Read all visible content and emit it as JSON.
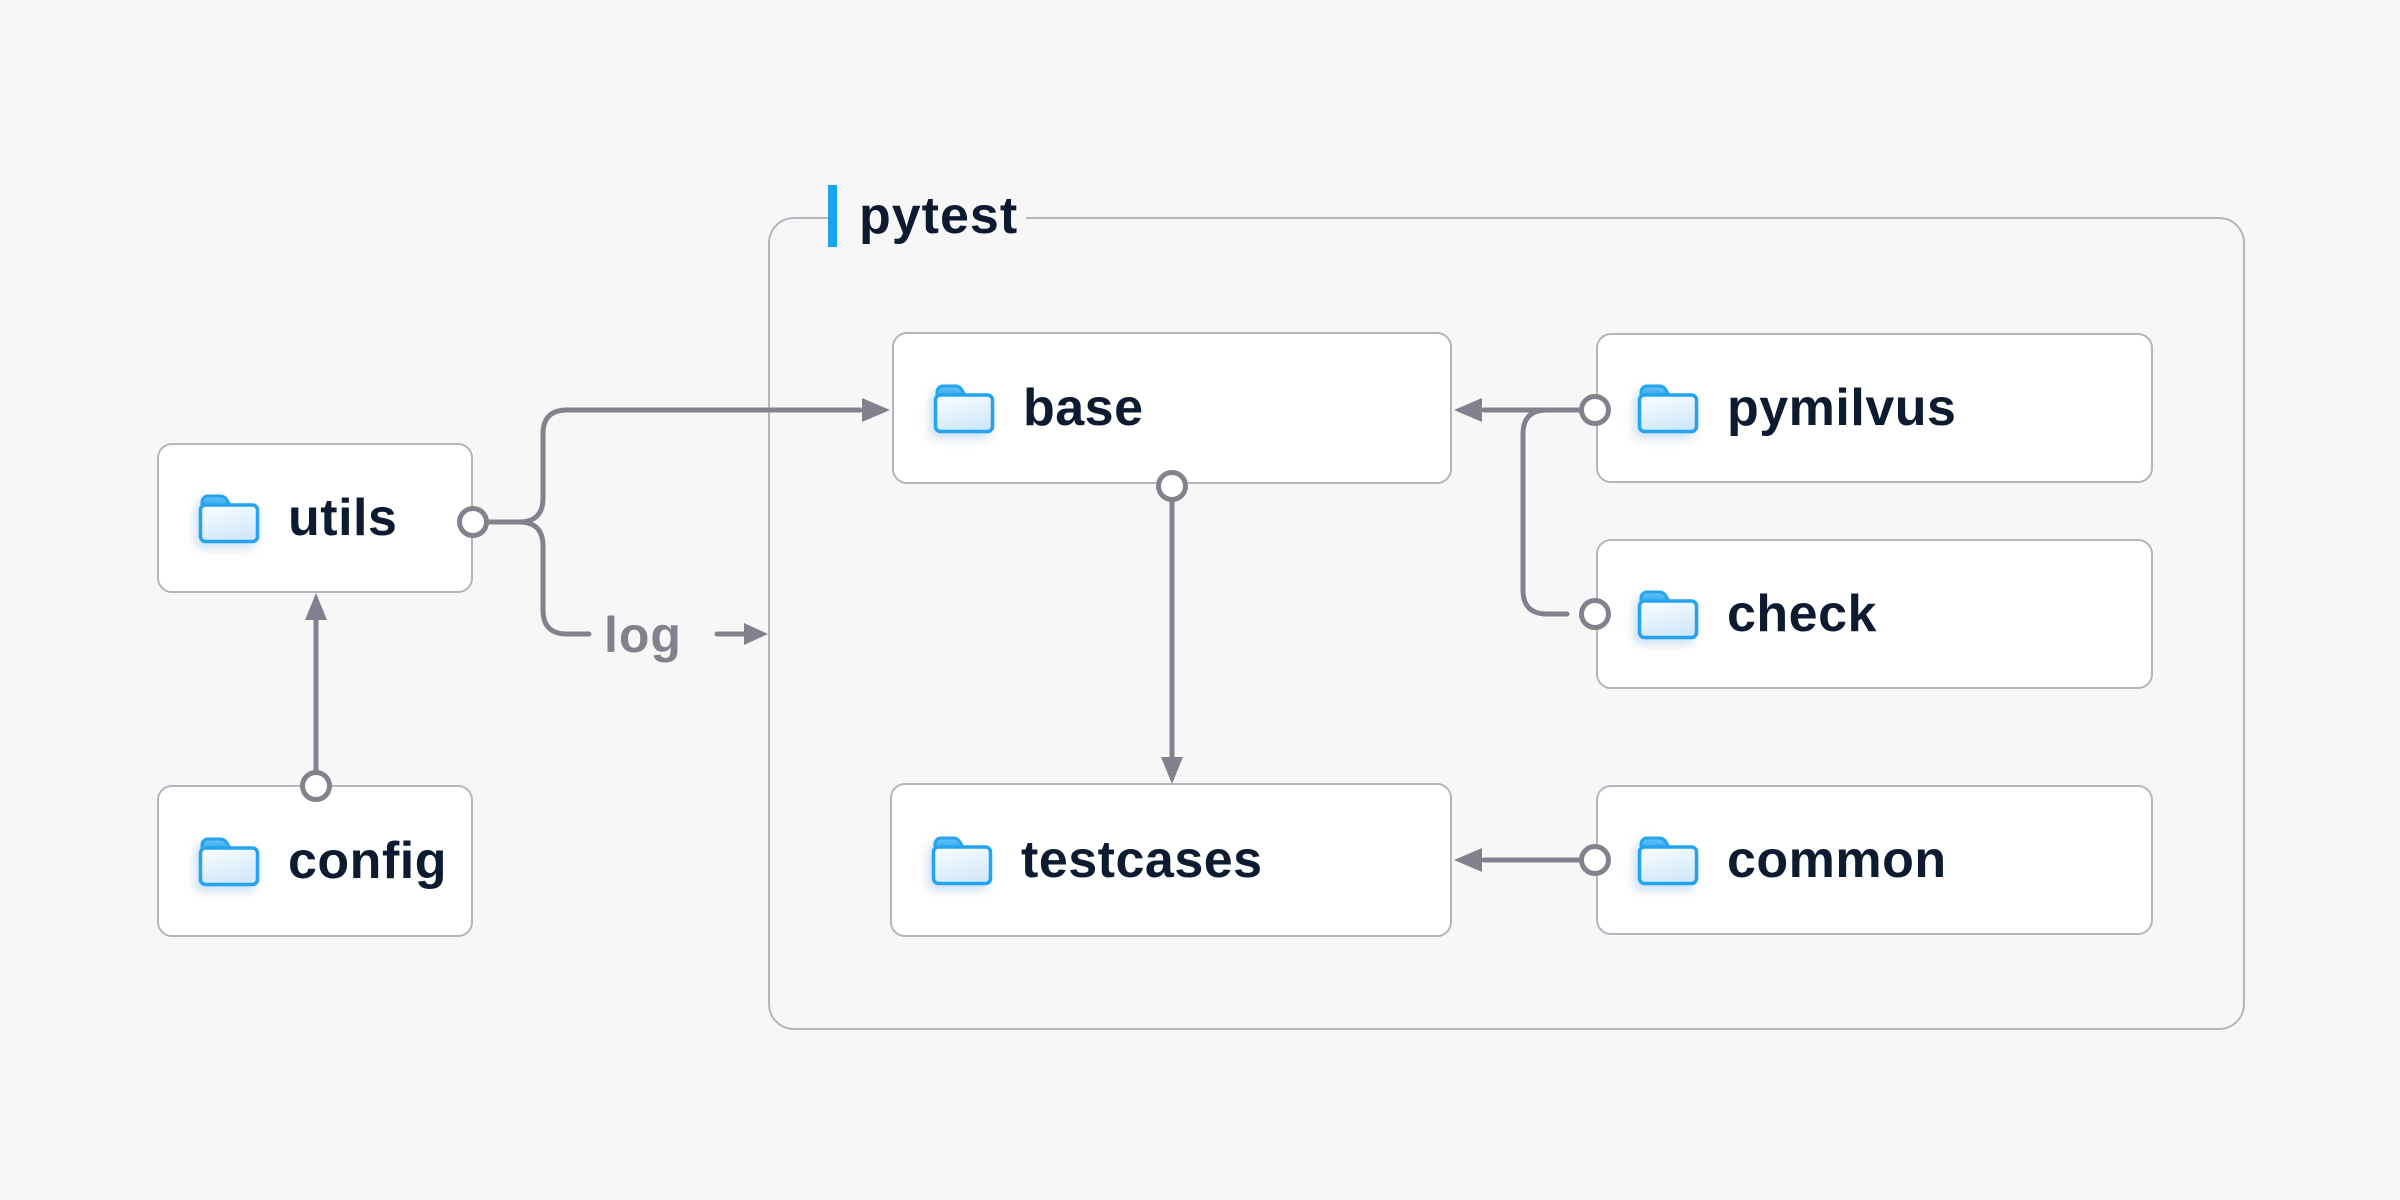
{
  "diagram": {
    "container": {
      "label": "pytest"
    },
    "nodes": {
      "utils": {
        "label": "utils"
      },
      "config": {
        "label": "config"
      },
      "base": {
        "label": "base"
      },
      "testcases": {
        "label": "testcases"
      },
      "pymilvus": {
        "label": "pymilvus"
      },
      "check": {
        "label": "check"
      },
      "common": {
        "label": "common"
      }
    },
    "edge_labels": {
      "log": "log"
    },
    "edges": [
      {
        "from": "config",
        "to": "utils"
      },
      {
        "from": "utils",
        "to": "base"
      },
      {
        "from": "utils",
        "to": "pytest",
        "label": "log"
      },
      {
        "from": "base",
        "to": "testcases"
      },
      {
        "from": "pymilvus",
        "to": "base"
      },
      {
        "from": "check",
        "to": "base"
      },
      {
        "from": "common",
        "to": "testcases"
      }
    ],
    "colors": {
      "background": "#f7f7f8",
      "node_fill": "#ffffff",
      "node_border": "#b5b5c0",
      "connector": "#82828e",
      "text": "#0d1b31",
      "accent_blue": "#17a5f0",
      "folder_stroke": "#24a4f0"
    }
  }
}
